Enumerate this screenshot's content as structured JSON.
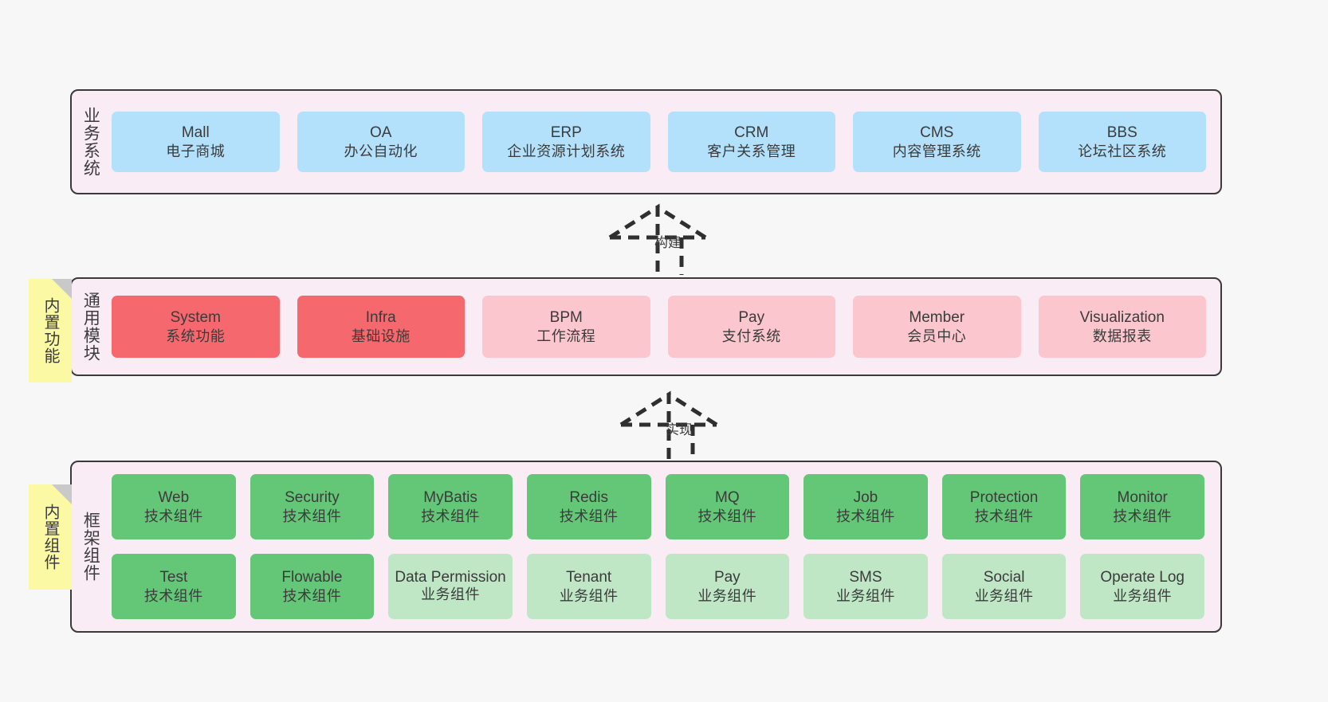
{
  "diagram": {
    "background": "#f7f7f7",
    "panel_bg": "#f9ecf5",
    "note_bg": "#fbf9a4",
    "colors": {
      "business": "#b3e0fb",
      "module_strong": "#f5686e",
      "module_light": "#fbc6ce",
      "tech_component": "#63c777",
      "biz_component": "#bfe7c6"
    }
  },
  "layers": [
    {
      "id": "business-system",
      "title": "业务系统",
      "rows": [
        [
          {
            "en": "Mall",
            "cn": "电子商城"
          },
          {
            "en": "OA",
            "cn": "办公自动化"
          },
          {
            "en": "ERP",
            "cn": "企业资源计划系统"
          },
          {
            "en": "CRM",
            "cn": "客户关系管理"
          },
          {
            "en": "CMS",
            "cn": "内容管理系统"
          },
          {
            "en": "BBS",
            "cn": "论坛社区系统"
          }
        ]
      ]
    },
    {
      "id": "common-module",
      "title": "通用模块",
      "note": "内置功能",
      "rows": [
        [
          {
            "en": "System",
            "cn": "系统功能"
          },
          {
            "en": "Infra",
            "cn": "基础设施"
          },
          {
            "en": "BPM",
            "cn": "工作流程"
          },
          {
            "en": "Pay",
            "cn": "支付系统"
          },
          {
            "en": "Member",
            "cn": "会员中心"
          },
          {
            "en": "Visualization",
            "cn": "数据报表"
          }
        ]
      ]
    },
    {
      "id": "framework-component",
      "title": "框架组件",
      "note": "内置组件",
      "rows": [
        [
          {
            "en": "Web",
            "cn": "技术组件"
          },
          {
            "en": "Security",
            "cn": "技术组件"
          },
          {
            "en": "MyBatis",
            "cn": "技术组件"
          },
          {
            "en": "Redis",
            "cn": "技术组件"
          },
          {
            "en": "MQ",
            "cn": "技术组件"
          },
          {
            "en": "Job",
            "cn": "技术组件"
          },
          {
            "en": "Protection",
            "cn": "技术组件"
          },
          {
            "en": "Monitor",
            "cn": "技术组件"
          }
        ],
        [
          {
            "en": "Test",
            "cn": "技术组件"
          },
          {
            "en": "Flowable",
            "cn": "技术组件"
          },
          {
            "en": "Data Permission",
            "cn": "业务组件"
          },
          {
            "en": "Tenant",
            "cn": "业务组件"
          },
          {
            "en": "Pay",
            "cn": "业务组件"
          },
          {
            "en": "SMS",
            "cn": "业务组件"
          },
          {
            "en": "Social",
            "cn": "业务组件"
          },
          {
            "en": "Operate Log",
            "cn": "业务组件"
          }
        ]
      ]
    }
  ],
  "connectors": [
    {
      "id": "build",
      "label": "构建",
      "from": "common-module",
      "to": "business-system"
    },
    {
      "id": "implement",
      "label": "实现",
      "from": "framework-component",
      "to": "common-module"
    }
  ]
}
